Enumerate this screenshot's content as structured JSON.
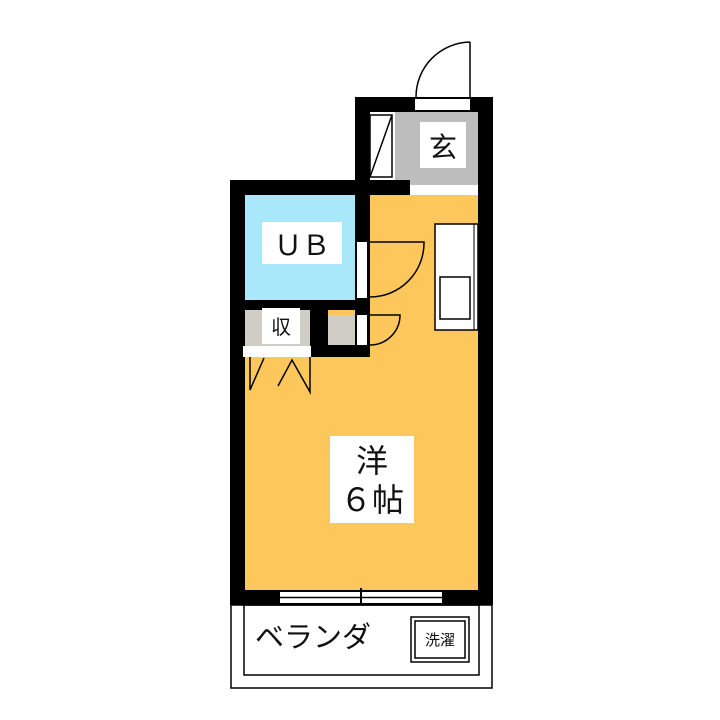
{
  "rooms": {
    "entrance": "玄",
    "bath": "ＵＢ",
    "storage": "収",
    "western_room_type": "洋",
    "western_room_size": "６帖",
    "balcony": "ベランダ",
    "laundry": "洗濯"
  },
  "colors": {
    "room": "#FDC75C",
    "bath": "#A8E8FA",
    "entrance": "#BDBDBD",
    "storage": "#CFCDC4",
    "wall": "#000000"
  }
}
